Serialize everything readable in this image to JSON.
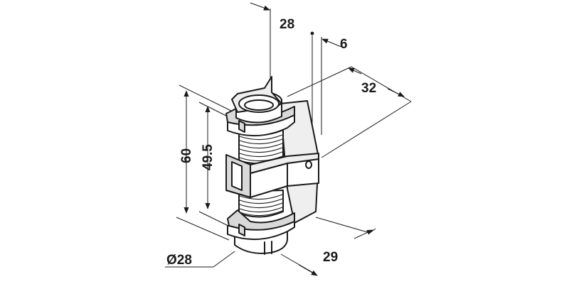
{
  "dimensions": {
    "top_width": "28",
    "pin_offset": "6",
    "depth": "32",
    "overall_height": "60",
    "inner_height": "49.5",
    "diameter": "Ø28",
    "bottom_width": "29"
  }
}
